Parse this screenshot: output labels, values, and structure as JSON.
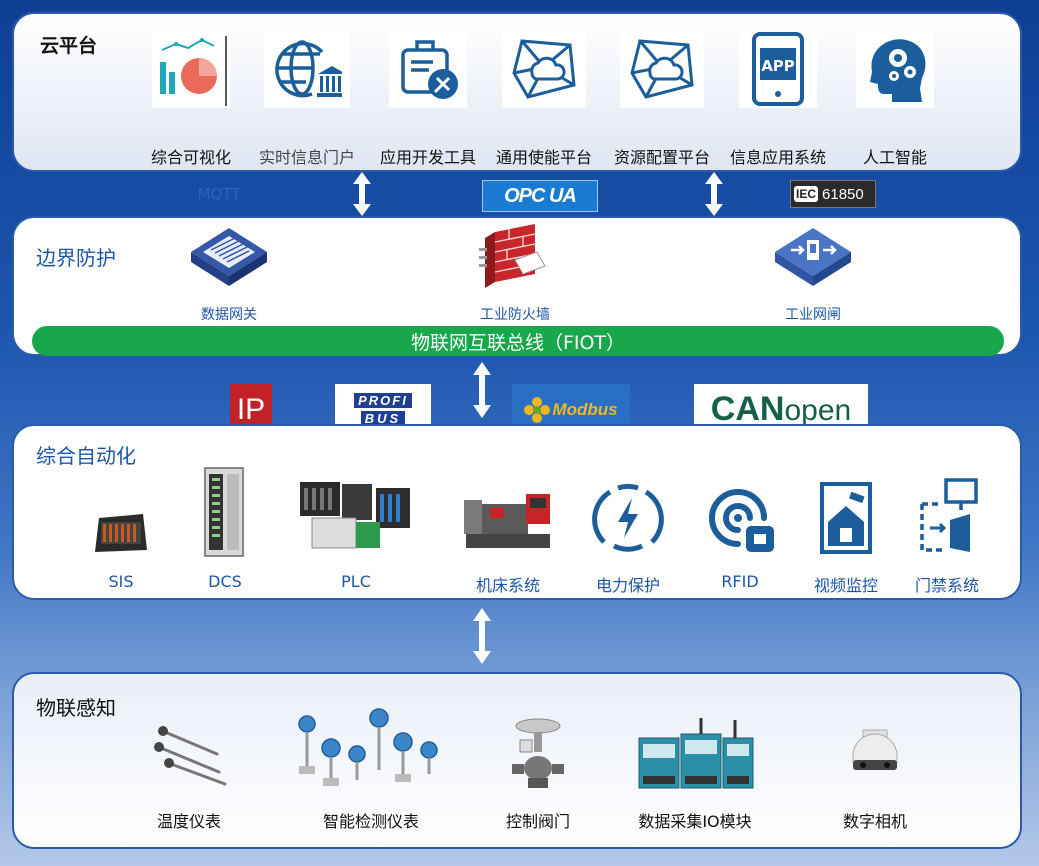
{
  "cloud": {
    "title": "云平台",
    "items": [
      {
        "label": "综合可视化",
        "icon": "chart-visualization-icon"
      },
      {
        "label": "实时信息门户",
        "icon": "globe-bank-icon"
      },
      {
        "label": "应用开发工具",
        "icon": "toolbox-icon"
      },
      {
        "label": "通用使能平台",
        "icon": "cloud-network-icon"
      },
      {
        "label": "资源配置平台",
        "icon": "cloud-network-icon"
      },
      {
        "label": "信息应用系统",
        "icon": "app-phone-icon"
      },
      {
        "label": "人工智能",
        "icon": "ai-head-gears-icon"
      }
    ]
  },
  "protocols_top": {
    "mqtt": "MQTT",
    "opcua": "OPC UA",
    "iec": "IEC 61850",
    "iec_prefix": "IEC",
    "iec_number": "61850"
  },
  "edge": {
    "title": "边界防护",
    "items": [
      {
        "label": "数据网关",
        "icon": "data-gateway-icon"
      },
      {
        "label": "工业防火墙",
        "icon": "firewall-icon"
      },
      {
        "label": "工业网闸",
        "icon": "network-gate-icon"
      }
    ],
    "bus_label": "物联网互联总线（FIOT）"
  },
  "protocols_mid": {
    "ip": "IP",
    "profibus_top": "PROFI",
    "profibus_bottom": "BUS",
    "modbus": "Modbus",
    "canopen_can": "CAN",
    "canopen_open": "open"
  },
  "automation": {
    "title": "综合自动化",
    "items": [
      {
        "label": "SIS",
        "icon": "sis-cabinet-icon"
      },
      {
        "label": "DCS",
        "icon": "dcs-cabinet-icon"
      },
      {
        "label": "PLC",
        "icon": "plc-rack-icon"
      },
      {
        "label": "机床系统",
        "icon": "machine-tool-icon"
      },
      {
        "label": "电力保护",
        "icon": "power-protection-icon"
      },
      {
        "label": "RFID",
        "icon": "rfid-icon"
      },
      {
        "label": "视频监控",
        "icon": "video-surveillance-icon"
      },
      {
        "label": "门禁系统",
        "icon": "access-control-icon"
      }
    ]
  },
  "sensing": {
    "title": "物联感知",
    "items": [
      {
        "label": "温度仪表",
        "icon": "temperature-probe-icon"
      },
      {
        "label": "智能检测仪表",
        "icon": "smart-transmitter-icon"
      },
      {
        "label": "控制阀门",
        "icon": "control-valve-icon"
      },
      {
        "label": "数据采集IO模块",
        "icon": "io-module-icon"
      },
      {
        "label": "数字相机",
        "icon": "dome-camera-icon"
      }
    ]
  },
  "colors": {
    "title_blue": "#1d56a8",
    "icon_blue": "#1c5e9c",
    "bus_green": "#18a74b",
    "bg_dark": "#0f3f94",
    "firewall_red": "#c9262b"
  }
}
